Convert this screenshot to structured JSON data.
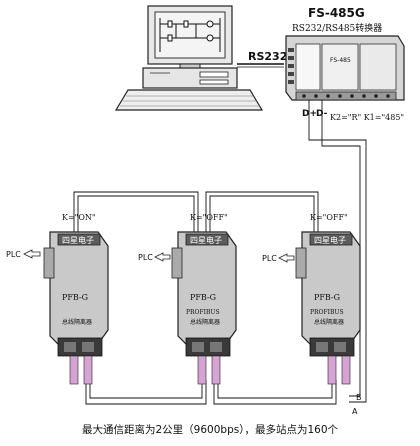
{
  "converter": {
    "model": "FS-485G",
    "subtitle": "RS232/RS485转换器",
    "switch_setting": "K2=\"R\" K1=\"485\"",
    "pin_a": "A",
    "pin_b": "B",
    "pin_label_dplus": "D+",
    "pin_label_dminus": "D-",
    "face_label": "FS-485"
  },
  "computer": {
    "link_label": "RS232"
  },
  "nodes": [
    {
      "switch": "K=\"ON\"",
      "brand": "四星电子",
      "model": "PFB-G",
      "bus": "",
      "desc": "总线隔离器",
      "plc": "PLC"
    },
    {
      "switch": "K=\"OFF\"",
      "brand": "四星电子",
      "model": "PFB-G",
      "bus": "PROFIBUS",
      "desc": "总线隔离器",
      "plc": "PLC"
    },
    {
      "switch": "K=\"OFF\"",
      "brand": "四星电子",
      "model": "PFB-G",
      "bus": "PROFIBUS",
      "desc": "总线隔离器",
      "plc": "PLC"
    }
  ],
  "footer": "最大通信距离为2公里（9600bps），最多站点为160个",
  "colors": {
    "cable": "#d9a2d6",
    "device_body": "#c9c9c9",
    "device_dark": "#5c5c5c",
    "monitor_screen": "#f4f4f4"
  }
}
